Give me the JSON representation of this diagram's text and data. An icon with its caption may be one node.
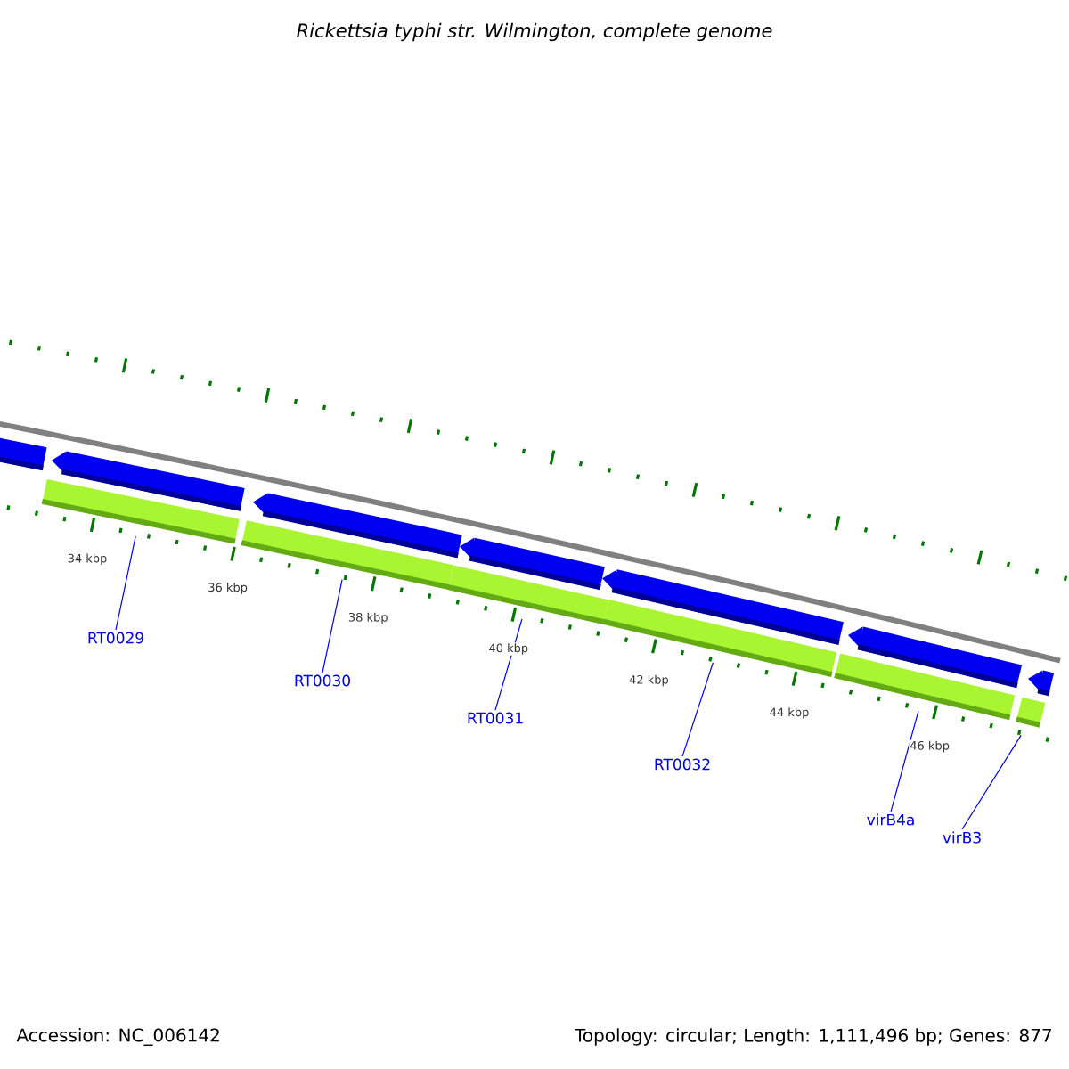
{
  "diagram": {
    "title": "Rickettsia typhi str. Wilmington, complete genome",
    "nodes": [
      {
        "text": [
          "RT0029"
        ]
      },
      {
        "text": [
          "RT0030"
        ]
      },
      {
        "text": [
          "RT0031"
        ]
      },
      {
        "text": [
          "RT0032"
        ]
      },
      {
        "text": [
          "virB4a"
        ]
      },
      {
        "text": [
          "virB3"
        ]
      },
      {
        "text": [],
        "shape": "bar"
      },
      {
        "text": [],
        "shape": "bar"
      },
      {
        "text": [],
        "shape": "bar"
      },
      {
        "text": [],
        "shape": "bar"
      },
      {
        "text": [],
        "shape": "bar"
      },
      {
        "text": [],
        "shape": "bar"
      },
      {
        "text": [],
        "shape": "pentagon"
      },
      {
        "text": [],
        "shape": "pentagon"
      },
      {
        "text": [],
        "shape": "pentagon"
      },
      {
        "text": [],
        "shape": "pentagon"
      },
      {
        "text": [],
        "shape": "pentagon"
      },
      {
        "text": [],
        "shape": "pentagon"
      },
      {
        "text": [],
        "shape": "pentagon"
      }
    ],
    "edges": [
      {
        "from": 0,
        "to": 6,
        "arrow": "none"
      },
      {
        "from": 1,
        "to": 7,
        "arrow": "none"
      },
      {
        "from": 2,
        "to": 8,
        "arrow": "none"
      },
      {
        "from": 3,
        "to": 9,
        "arrow": "none"
      },
      {
        "from": 4,
        "to": 10,
        "arrow": "none"
      },
      {
        "from": 5,
        "to": 11,
        "arrow": "none"
      }
    ],
    "labels": [
      "34 kbp",
      "36 kbp",
      "38 kbp",
      "40 kbp",
      "42 kbp",
      "44 kbp",
      "46 kbp",
      "Accession: NC_006142",
      "Topology: circular; Length: 1,111,496 bp; Genes: 877"
    ]
  }
}
